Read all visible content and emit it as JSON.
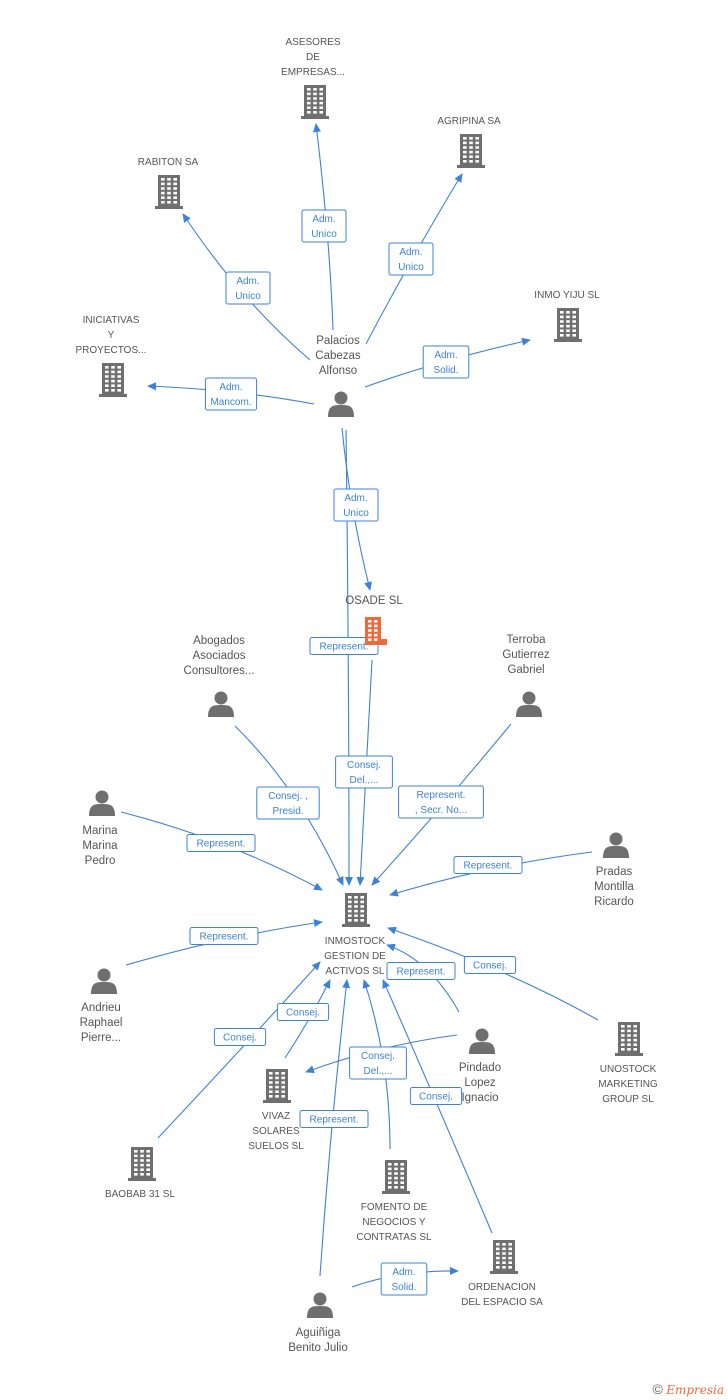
{
  "colors": {
    "edge": "#3d82d8",
    "node": "#6f6f6f",
    "highlight": "#f0693a",
    "text": "#555555"
  },
  "nodes": [
    {
      "id": "asesores",
      "type": "company",
      "lines": [
        "ASESORES",
        "DE",
        "EMPRESAS..."
      ]
    },
    {
      "id": "agripina",
      "type": "company",
      "lines": [
        "AGRIPINA SA"
      ]
    },
    {
      "id": "rabiton",
      "type": "company",
      "lines": [
        "RABITON SA"
      ]
    },
    {
      "id": "inmoyiju",
      "type": "company",
      "lines": [
        "INMO YIJU  SL"
      ]
    },
    {
      "id": "iniciativas",
      "type": "company",
      "lines": [
        "INICIATIVAS",
        "Y",
        "PROYECTOS..."
      ]
    },
    {
      "id": "palacios",
      "type": "person",
      "lines": [
        "Palacios",
        "Cabezas",
        "Alfonso"
      ]
    },
    {
      "id": "osade",
      "type": "company-highlight",
      "lines": [
        "OSADE SL"
      ]
    },
    {
      "id": "abogados",
      "type": "person",
      "lines": [
        "Abogados",
        "Asociados",
        "Consultores..."
      ]
    },
    {
      "id": "terroba",
      "type": "person",
      "lines": [
        "Terroba",
        "Gutierrez",
        "Gabriel"
      ]
    },
    {
      "id": "marina",
      "type": "person",
      "lines": [
        "Marina",
        "Marina",
        "Pedro"
      ]
    },
    {
      "id": "pradas",
      "type": "person",
      "lines": [
        "Pradas",
        "Montilla",
        "Ricardo"
      ]
    },
    {
      "id": "inmostock",
      "type": "company",
      "lines": [
        "INMOSTOCK",
        "GESTION DE",
        "ACTIVOS SL"
      ]
    },
    {
      "id": "andrieu",
      "type": "person",
      "lines": [
        "Andrieu",
        "Raphael",
        "Pierre..."
      ]
    },
    {
      "id": "unostock",
      "type": "company",
      "lines": [
        "UNOSTOCK",
        "MARKETING",
        "GROUP SL"
      ]
    },
    {
      "id": "pindado",
      "type": "person",
      "lines": [
        "Pindado",
        "Lopez",
        "Ignacio"
      ]
    },
    {
      "id": "vivaz",
      "type": "company",
      "lines": [
        "VIVAZ",
        "SOLARES",
        "SUELOS SL"
      ]
    },
    {
      "id": "baobab",
      "type": "company",
      "lines": [
        "BAOBAB 31  SL"
      ]
    },
    {
      "id": "fomento",
      "type": "company",
      "lines": [
        "FOMENTO DE",
        "NEGOCIOS Y",
        "CONTRATAS SL"
      ]
    },
    {
      "id": "ordenacion",
      "type": "company",
      "lines": [
        "ORDENACION",
        "DEL ESPACIO SA"
      ]
    },
    {
      "id": "aguiniga",
      "type": "person",
      "lines": [
        "Aguiñiga",
        "Benito Julio"
      ]
    }
  ],
  "edges": [
    {
      "from": "palacios",
      "to": "asesores",
      "label": [
        "Adm.",
        "Unico"
      ]
    },
    {
      "from": "palacios",
      "to": "agripina",
      "label": [
        "Adm.",
        "Unico"
      ]
    },
    {
      "from": "palacios",
      "to": "rabiton",
      "label": [
        "Adm.",
        "Unico"
      ]
    },
    {
      "from": "palacios",
      "to": "inmoyiju",
      "label": [
        "Adm.",
        "Solid."
      ]
    },
    {
      "from": "palacios",
      "to": "iniciativas",
      "label": [
        "Adm.",
        "Mancom."
      ]
    },
    {
      "from": "palacios",
      "to": "osade",
      "label": [
        "Adm.",
        "Unico"
      ]
    },
    {
      "from": "palacios",
      "to": "inmostock",
      "label": [
        "Represent."
      ]
    },
    {
      "from": "osade",
      "to": "inmostock",
      "label": [
        "Consej.",
        "Del.,..."
      ]
    },
    {
      "from": "abogados",
      "to": "inmostock",
      "label": [
        "Consej. ,",
        "Presid."
      ]
    },
    {
      "from": "terroba",
      "to": "inmostock",
      "label": [
        "Represent.",
        ", Secr. No..."
      ]
    },
    {
      "from": "marina",
      "to": "inmostock",
      "label": [
        "Represent."
      ]
    },
    {
      "from": "pradas",
      "to": "inmostock",
      "label": [
        "Represent."
      ]
    },
    {
      "from": "andrieu",
      "to": "inmostock",
      "label": [
        "Represent."
      ]
    },
    {
      "from": "unostock",
      "to": "inmostock",
      "label": [
        "Consej."
      ]
    },
    {
      "from": "pindado",
      "to": "inmostock",
      "label": [
        "Represent."
      ]
    },
    {
      "from": "pindado",
      "to": "vivaz",
      "label": [
        "Adm.",
        "Solid."
      ]
    },
    {
      "from": "vivaz",
      "to": "inmostock",
      "label": [
        "Consej."
      ]
    },
    {
      "from": "baobab",
      "to": "inmostock",
      "label": [
        "Consej."
      ]
    },
    {
      "from": "fomento",
      "to": "inmostock",
      "label": [
        "Consej.",
        "Del.,..."
      ]
    },
    {
      "from": "ordenacion",
      "to": "inmostock",
      "label": [
        "Consej."
      ]
    },
    {
      "from": "aguiniga",
      "to": "inmostock",
      "label": [
        "Represent."
      ]
    },
    {
      "from": "aguiniga",
      "to": "ordenacion",
      "label": [
        "Adm.",
        "Solid."
      ]
    }
  ],
  "brand": {
    "copyright": "©",
    "name": "Empresia"
  }
}
